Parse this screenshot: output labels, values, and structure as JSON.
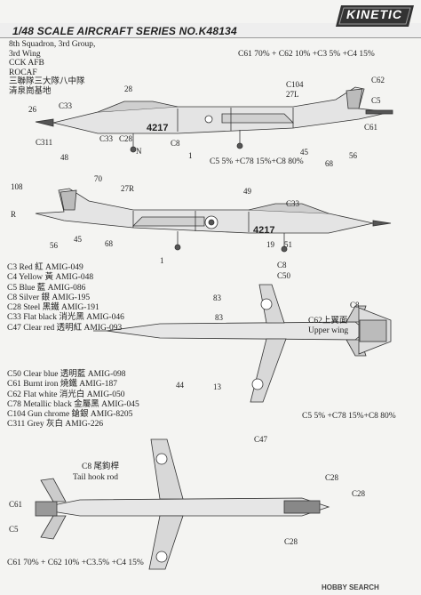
{
  "header": {
    "title": "1/48 SCALE  AIRCRAFT  SERIES NO.K48134",
    "logo_text": "KINETIC"
  },
  "unit_info": [
    "8th Squadron, 3rd Group,",
    "3rd Wing",
    "CCK AFB",
    "ROCAF",
    "三聯隊三大隊八中隊",
    "清泉崗基地"
  ],
  "side_top": {
    "serial": "4217",
    "labels": [
      "C61 70% + C62 10% +C3 5% +C4 15%",
      "C104",
      "27L",
      "C62",
      "C5",
      "C61",
      "C5 5% +C78 15%+C8 80%",
      "28",
      "C33",
      "26",
      "C311",
      "48",
      "C33",
      "C28",
      "N",
      "C8",
      "1",
      "56",
      "68",
      "45"
    ]
  },
  "side_bottom": {
    "serial": "4217",
    "labels": [
      "108",
      "R",
      "70",
      "27R",
      "49",
      "C33",
      "56",
      "45",
      "68",
      "1",
      "51",
      "C8",
      "19"
    ]
  },
  "colors": [
    "C3 Red 紅 AMIG-049",
    "C4 Yellow 黃 AMIG-048",
    "C5 Blue 藍 AMIG-086",
    "C8 Silver 銀 AMIG-195",
    "C28 Steel 黑鐵 AMIG-191",
    "C33 Flat black 消光黑 AMIG-046",
    "C47 Clear red 透明紅 AMIG-093",
    "C50 Clear blue 透明藍 AMIG-098",
    "C61 Burnt iron 燒鐵 AMIG-187",
    "C62 Flat white 消光白 AMIG-050",
    "C78 Metallic black 金屬黑 AMIG-045",
    "C104 Gun chrome 鎗銀 AMIG-8205",
    "C311 Grey 灰白 AMIG-226"
  ],
  "top_view": {
    "labels": [
      "C50",
      "C8",
      "83",
      "83",
      "C62上翼面",
      "Upper wing",
      "44",
      "13",
      "C47",
      "C5 5% +C78 15%+C8 80%"
    ]
  },
  "bottom_view": {
    "tail_hook_cn": "C8 尾鉤桿",
    "tail_hook_en": "Tail hook rod",
    "labels": [
      "C61",
      "C5",
      "C28",
      "C28",
      "C28",
      "C61 70% + C62 10% +C3.5% +C4 15%"
    ]
  },
  "footer": "HOBBY SEARCH",
  "palette": {
    "ink": "#333333",
    "panel": "#d8d8d8",
    "dark": "#555555",
    "pale": "#e6e6e6"
  }
}
